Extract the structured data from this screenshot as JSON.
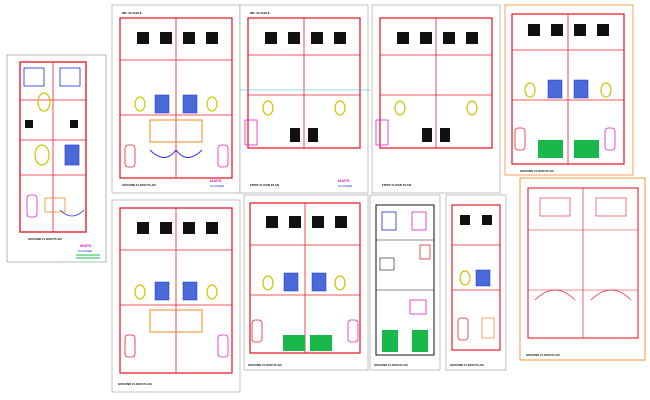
{
  "drawing": {
    "sheets": [
      {
        "id": "s1",
        "title": "GROUND FLOOR PLAN"
      },
      {
        "id": "s2",
        "title": "GROUND FLOOR PLAN",
        "top_label": "MR. ALTABLE"
      },
      {
        "id": "s3",
        "title": "FIRST FLOOR PLAN",
        "top_label": "MR. ALTABLE"
      },
      {
        "id": "s4",
        "title": "FIRST FLOOR PLAN"
      },
      {
        "id": "s5",
        "title": "GROUND FLOOR PLAN"
      },
      {
        "id": "s6",
        "title": "GROUND FLOOR PLAN"
      },
      {
        "id": "s7",
        "title": "GROUND FLOOR PLAN"
      },
      {
        "id": "s8",
        "title": "GROUND FLOOR PLAN"
      },
      {
        "id": "s9",
        "title": "GROUND FLOOR PLAN"
      },
      {
        "id": "s10",
        "title": "GROUND FLOOR PLAN"
      }
    ],
    "logo": {
      "line1": "MAPS",
      "line2": "PLANNER"
    },
    "colors": {
      "wall": "#e8202a",
      "blue": "#1a2bd8",
      "magenta": "#e020c8",
      "black": "#111111",
      "yellow": "#c8c400",
      "green": "#19b84a",
      "orange": "#f08a2a",
      "cyan": "#20b8c8",
      "frame": "#7f7f7f"
    }
  }
}
